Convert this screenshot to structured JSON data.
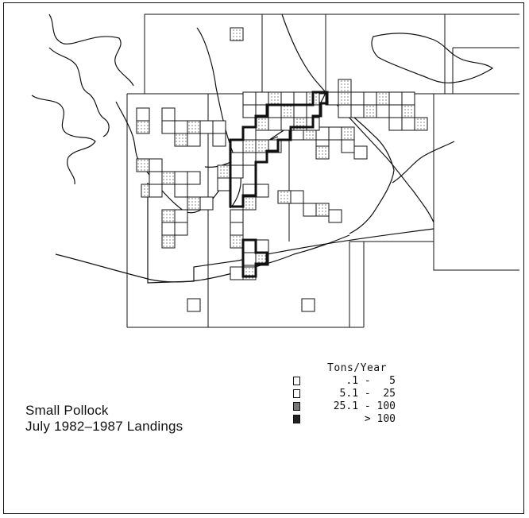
{
  "map": {
    "title_line1": "Small Pollock",
    "title_line2": "July 1982–1987 Landings"
  },
  "legend": {
    "header": "Tons/Year",
    "items": [
      {
        "range": ".1 -   5",
        "shade": "light"
      },
      {
        "range": "5.1 -  25",
        "shade": "medium"
      },
      {
        "range": "25.1 - 100",
        "shade": "dark"
      },
      {
        "range": "> 100",
        "shade": "darkest"
      }
    ]
  },
  "colors": {
    "ink": "#111111",
    "paper": "#ffffff"
  },
  "cells": {
    "light": [],
    "medium": [],
    "dark": []
  }
}
